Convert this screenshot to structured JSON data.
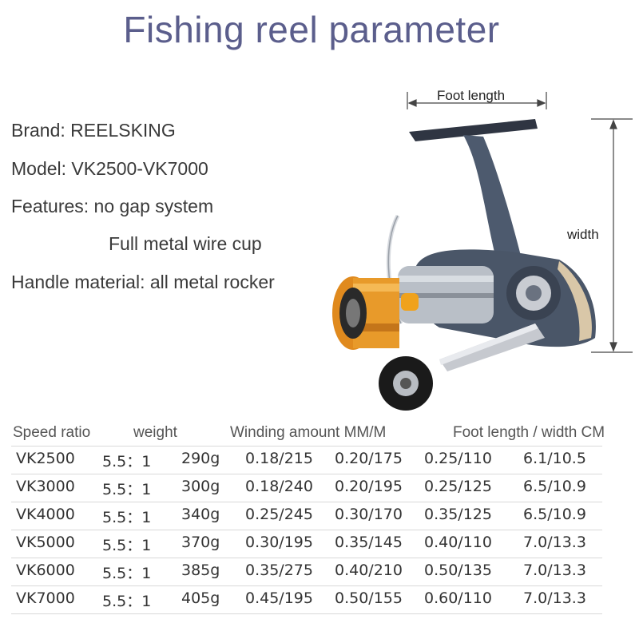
{
  "title": "Fishing reel parameter",
  "specs": {
    "brand": "Brand: REELSKING",
    "model": "Model: VK2500-VK7000",
    "features": "Features: no gap system",
    "features_extra": "Full metal wire cup",
    "handle": "Handle material: all metal rocker"
  },
  "dimensions": {
    "foot_length": "Foot length",
    "width": "width"
  },
  "table": {
    "headers": [
      "Speed ratio",
      "weight",
      "Winding amount MM/M",
      "Foot length / width CM"
    ],
    "rows": [
      [
        "VK2500",
        "5.5：1",
        "290g",
        "0.18/215",
        "0.20/175",
        "0.25/110",
        "6.1/10.5"
      ],
      [
        "VK3000",
        "5.5：1",
        "300g",
        "0.18/240",
        "0.20/195",
        "0.25/125",
        "6.5/10.9"
      ],
      [
        "VK4000",
        "5.5：1",
        "340g",
        "0.25/245",
        "0.30/170",
        "0.35/125",
        "6.5/10.9"
      ],
      [
        "VK5000",
        "5.5：1",
        "370g",
        "0.30/195",
        "0.35/145",
        "0.40/110",
        "7.0/13.3"
      ],
      [
        "VK6000",
        "5.5：1",
        "385g",
        "0.35/275",
        "0.40/210",
        "0.50/135",
        "7.0/13.3"
      ],
      [
        "VK7000",
        "5.5：1",
        "405g",
        "0.45/195",
        "0.50/155",
        "0.60/110",
        "7.0/13.3"
      ]
    ]
  },
  "colors": {
    "title": "#5b5e8c",
    "spool": "#e08a1e",
    "body": "#4a5668",
    "knob": "#1a1a1a"
  }
}
